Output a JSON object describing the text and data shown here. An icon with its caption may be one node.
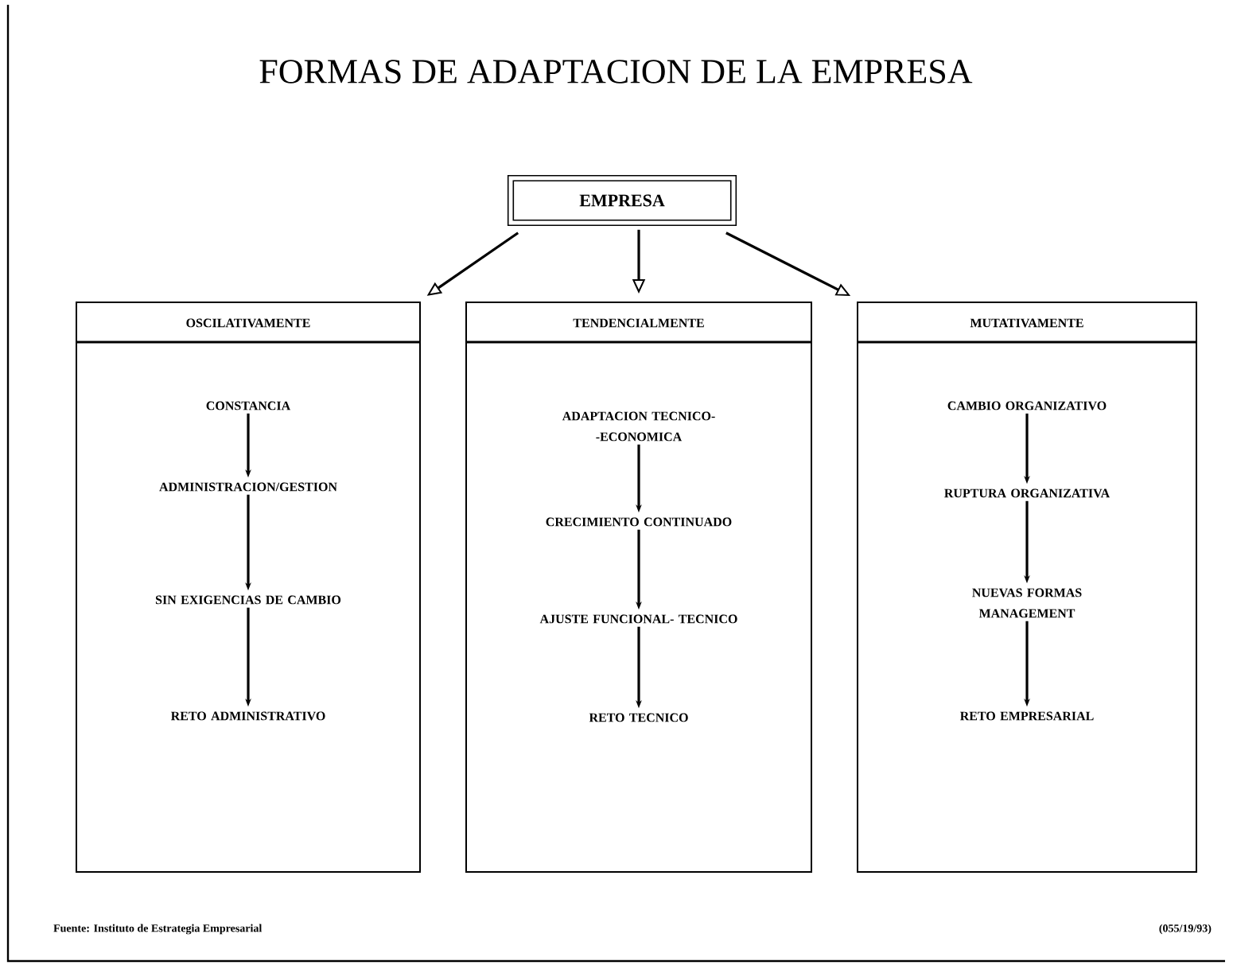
{
  "diagram": {
    "title": "FORMAS DE ADAPTACION DE LA EMPRESA",
    "nodes": [
      {
        "text": [
          "EMPRESA"
        ]
      },
      {
        "text": [
          "OSCILATIVAMENTE"
        ]
      },
      {
        "text": [
          "TENDENCIALMENTE"
        ]
      },
      {
        "text": [
          "MUTATIVAMENTE"
        ]
      },
      {
        "text": [
          "CONSTANCIA"
        ],
        "in": 1
      },
      {
        "text": [
          "ADMINISTRACION/GESTION"
        ],
        "in": 1
      },
      {
        "text": [
          "SIN EXIGENCIAS DE CAMBIO"
        ],
        "in": 1
      },
      {
        "text": [
          "RETO ADMINISTRATIVO"
        ],
        "in": 1
      },
      {
        "text": [
          "ADAPTACION TECNICO- -ECONOMICA"
        ],
        "in": 2
      },
      {
        "text": [
          "CRECIMIENTO CONTINUADO"
        ],
        "in": 2
      },
      {
        "text": [
          "AJUSTE FUNCIONAL- TECNICO"
        ],
        "in": 2
      },
      {
        "text": [
          "RETO TECNICO"
        ],
        "in": 2
      },
      {
        "text": [
          "CAMBIO ORGANIZATIVO"
        ],
        "in": 3
      },
      {
        "text": [
          "RUPTURA ORGANIZATIVA"
        ],
        "in": 3
      },
      {
        "text": [
          "NUEVAS FORMAS MANAGEMENT"
        ],
        "in": 3
      },
      {
        "text": [
          "RETO EMPRESARIAL"
        ],
        "in": 3
      }
    ],
    "edges": [
      {
        "from": 0,
        "to": 1,
        "arrow": "to"
      },
      {
        "from": 0,
        "to": 2,
        "arrow": "to"
      },
      {
        "from": 0,
        "to": 3,
        "arrow": "to"
      },
      {
        "from": 4,
        "to": 5,
        "arrow": "to"
      },
      {
        "from": 5,
        "to": 6,
        "arrow": "to"
      },
      {
        "from": 6,
        "to": 7,
        "arrow": "to"
      },
      {
        "from": 8,
        "to": 9,
        "arrow": "to"
      },
      {
        "from": 9,
        "to": 10,
        "arrow": "to"
      },
      {
        "from": 10,
        "to": 11,
        "arrow": "to"
      },
      {
        "from": 12,
        "to": 13,
        "arrow": "to"
      },
      {
        "from": 13,
        "to": 14,
        "arrow": "to"
      },
      {
        "from": 14,
        "to": 15,
        "arrow": "to"
      }
    ],
    "labels": [
      "Fuente: Instituto de Estrategia Empresarial",
      "(055/19/93)"
    ]
  }
}
